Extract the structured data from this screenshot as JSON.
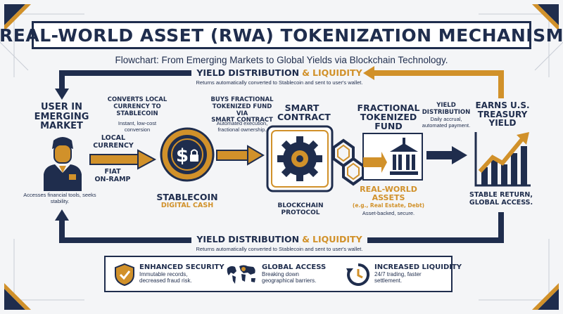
{
  "title": "REAL-WORLD ASSET (RWA) TOKENIZATION MECHANISM",
  "subtitle": "Flowchart: From Emerging Markets to Global Yields via Blockchain Technology.",
  "top_banner": {
    "title_part1": "YIELD DISTRIBUTION",
    "title_amp": "&",
    "title_part2": "LIQUIDITY",
    "desc": "Returns automatically converted to Stablecoin and sent to user's wallet."
  },
  "bottom_banner": {
    "title_part1": "YIELD DISTRIBUTION",
    "title_amp": "&",
    "title_part2": "LIQUIDITY",
    "desc": "Returns automatically converted to Stablecoin and sent to user's wallet."
  },
  "user": {
    "title_line1": "USER IN",
    "title_line2": "EMERGING",
    "title_line3": "MARKET",
    "desc": "Accesses financial tools, seeks stability."
  },
  "step1": {
    "title_line1": "CONVERTS LOCAL",
    "title_line2": "CURRENCY TO",
    "title_line3": "STABLECOIN",
    "desc_line1": "Instant, low-cost",
    "desc_line2": "conversion",
    "local_line1": "LOCAL",
    "local_line2": "CURRENCY",
    "fiat_line1": "FIAT",
    "fiat_line2": "ON-RAMP"
  },
  "stablecoin": {
    "title": "STABLECOIN",
    "subtitle": "DIGITAL CASH",
    "glyph": "$"
  },
  "step2": {
    "title_line1": "BUYS FRACTIONAL",
    "title_line2": "TOKENIZED FUND VIA",
    "title_line3": "SMART CONTRACT",
    "desc_line1": "Automated execution,",
    "desc_line2": "fractional ownership."
  },
  "smart_contract": {
    "title_line1": "SMART",
    "title_line2": "CONTRACT",
    "protocol_line1": "BLOCKCHAIN",
    "protocol_line2": "PROTOCOL"
  },
  "fund": {
    "title_line1": "FRACTIONAL",
    "title_line2": "TOKENIZED",
    "title_line3": "FUND",
    "rwa_line1": "REAL-WORLD",
    "rwa_line2": "ASSETS",
    "rwa_eg": "(e.g., Real Estate, Debt)",
    "rwa_desc": "Asset-backed, secure."
  },
  "step3": {
    "title_line1": "YIELD",
    "title_line2": "DISTRIBUTION",
    "desc_line1": "Daily accrual,",
    "desc_line2": "automated payment."
  },
  "treasury": {
    "title_line1": "EARNS U.S.",
    "title_line2": "TREASURY",
    "title_line3": "YIELD",
    "return_line1": "STABLE RETURN,",
    "return_line2": "GLOBAL ACCESS."
  },
  "benefits": [
    {
      "title": "ENHANCED SECURITY",
      "desc_line1": "Immutable records,",
      "desc_line2": "decreased fraud risk.",
      "icon": "shield-check-icon"
    },
    {
      "title": "GLOBAL ACCESS",
      "desc_line1": "Breaking down",
      "desc_line2": "geographical barriers.",
      "icon": "world-map-icon"
    },
    {
      "title": "INCREASED LIQUIDITY",
      "desc_line1": "24/7 trading, faster",
      "desc_line2": "settlement.",
      "icon": "clock-cycle-icon"
    }
  ],
  "colors": {
    "navy": "#1f2d4d",
    "gold": "#d1912a",
    "background": "#f4f5f7"
  }
}
